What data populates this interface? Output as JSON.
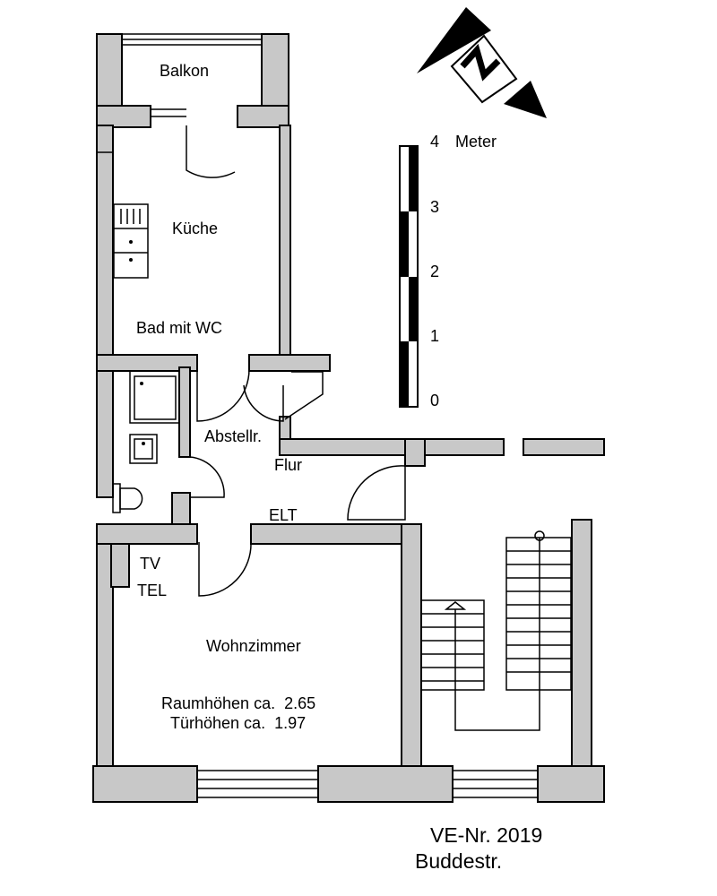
{
  "rooms": {
    "balkon": "Balkon",
    "kueche": "Küche",
    "bad": "Bad mit WC",
    "abstell": "Abstellr.",
    "flur": "Flur",
    "wohnzimmer": "Wohnzimmer"
  },
  "annotations": {
    "elt": "ELT",
    "tv": "TV",
    "tel": "TEL",
    "raumhoehen": "Raumhöhen ca.  2.65",
    "tuerhoehen": "Türhöhen ca.  1.97"
  },
  "scale_bar": {
    "unit": "Meter",
    "ticks": [
      "0",
      "1",
      "2",
      "3",
      "4"
    ]
  },
  "footer": {
    "ve_nr": "VE-Nr. 2019",
    "street": "Buddestr."
  },
  "colors": {
    "wall_fill": "#c8c8c8",
    "line": "#000000"
  },
  "north_arrow_icon": "north-arrow-icon"
}
